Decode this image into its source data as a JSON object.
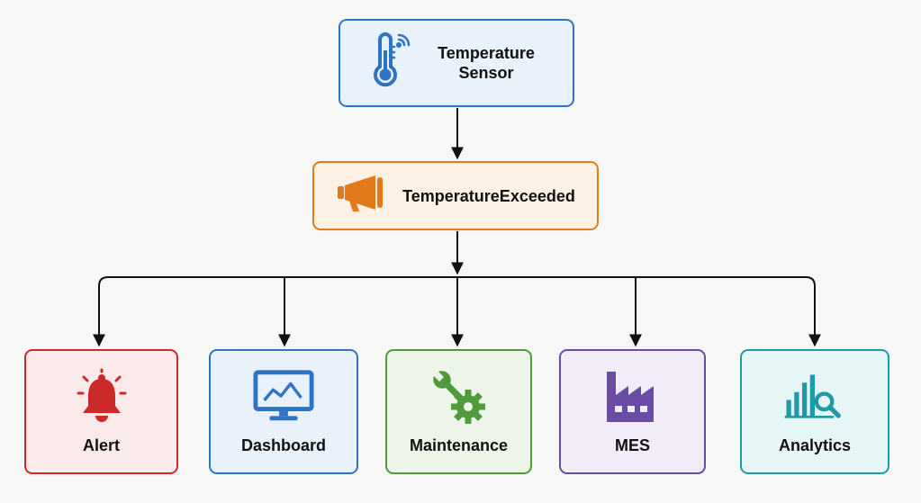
{
  "source": {
    "label": "Temperature Sensor",
    "icon": "thermometer-wifi-icon"
  },
  "event": {
    "label": "TemperatureExceeded",
    "icon": "megaphone-icon"
  },
  "consumers": [
    {
      "label": "Alert",
      "icon": "bell-icon",
      "color": "#cc2a2a"
    },
    {
      "label": "Dashboard",
      "icon": "monitor-chart-icon",
      "color": "#2f74c4"
    },
    {
      "label": "Maintenance",
      "icon": "wrench-gear-icon",
      "color": "#4f9a3a"
    },
    {
      "label": "MES",
      "icon": "factory-icon",
      "color": "#6a4ca5"
    },
    {
      "label": "Analytics",
      "icon": "bar-chart-search-icon",
      "color": "#1e9aa8"
    }
  ],
  "colors": {
    "source": "#2f74c4",
    "event": "#e07a1b",
    "arrow": "#111111"
  }
}
